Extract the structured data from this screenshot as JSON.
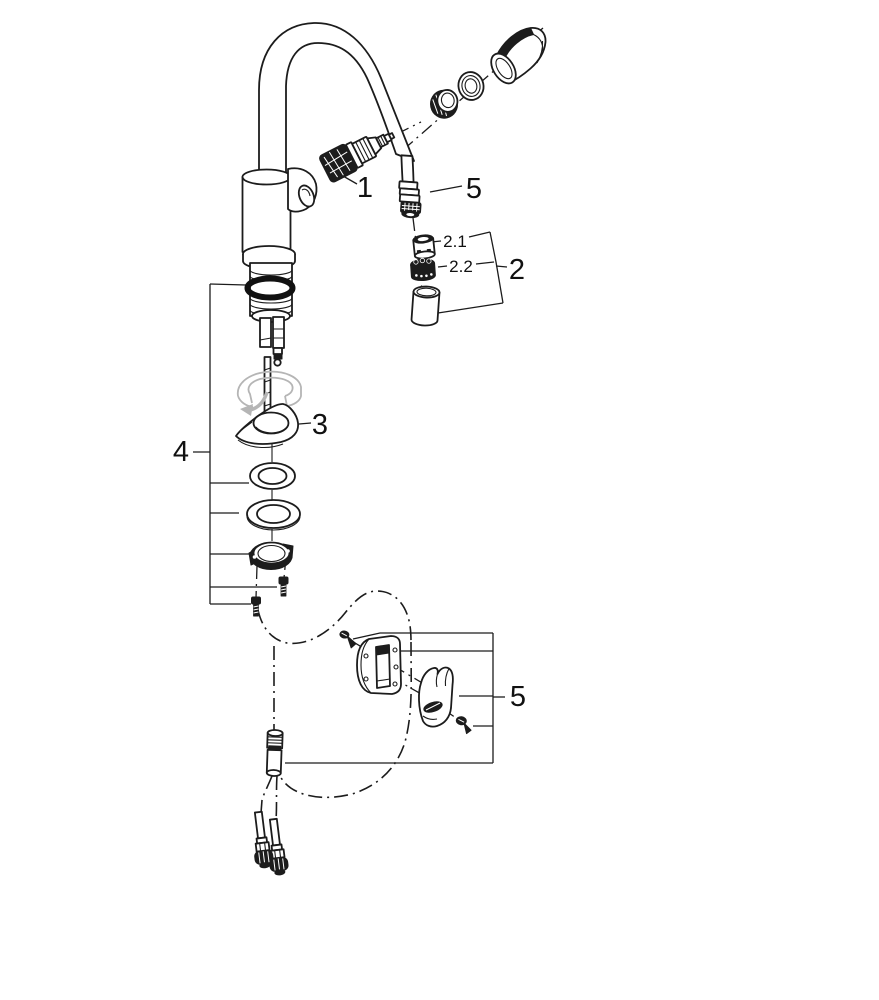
{
  "figure": {
    "kind": "exploded-parts-diagram",
    "subject": "kitchen pull-out spray faucet",
    "background_color": "#ffffff",
    "line_color": "#1c1c1c",
    "ghost_color": "#b5b5b5"
  },
  "callouts": [
    {
      "id": "check-valve",
      "label": "1"
    },
    {
      "id": "hose-upper",
      "label": "5"
    },
    {
      "id": "mousseur-insert",
      "label": "2.1"
    },
    {
      "id": "flow-regulator",
      "label": "2.2"
    },
    {
      "id": "mousseur-group",
      "label": "2"
    },
    {
      "id": "rotation-limiter",
      "label": "3"
    },
    {
      "id": "mounting-set",
      "label": "4"
    },
    {
      "id": "hose-weight-set",
      "label": "5"
    }
  ],
  "parts": [
    "spout-arc",
    "spray-head",
    "spray-head-seal",
    "spray-head-nut",
    "check-valve",
    "hose-end-coupling",
    "mousseur-insert",
    "flow-regulator",
    "mousseur-sleeve",
    "faucet-body",
    "body-side-outlet",
    "mounting-shank",
    "o-ring",
    "connection-tubes",
    "threaded-rod",
    "ghost-positioning-ring",
    "rotation-limiter",
    "upper-washer",
    "lower-washer",
    "mounting-clamp",
    "clamp-screw-a",
    "clamp-screw-b",
    "hose-loop",
    "hose-connector",
    "weight-bracket-half",
    "weight-cover-half",
    "weight-screw-top",
    "weight-screw-bottom",
    "supply-connector-left",
    "supply-connector-right"
  ]
}
